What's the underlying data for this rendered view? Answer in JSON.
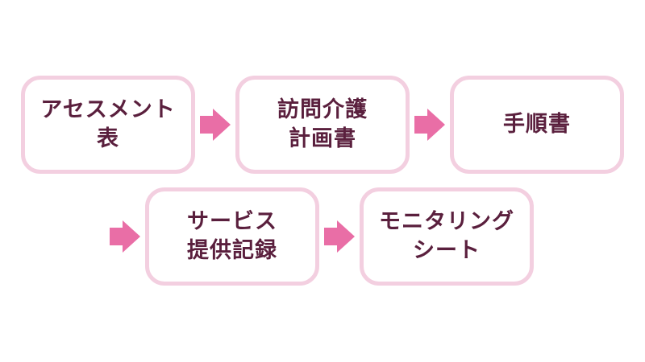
{
  "flow": {
    "row1": [
      {
        "label": "アセスメント\n表"
      },
      {
        "label": "訪問介護\n計画書"
      },
      {
        "label": "手順書"
      }
    ],
    "row2": [
      {
        "label": "サービス\n提供記録"
      },
      {
        "label": "モニタリング\nシート"
      }
    ]
  },
  "colors": {
    "box_border": "#f3cfe0",
    "arrow": "#e96ea6",
    "text": "#5a1f3d"
  }
}
